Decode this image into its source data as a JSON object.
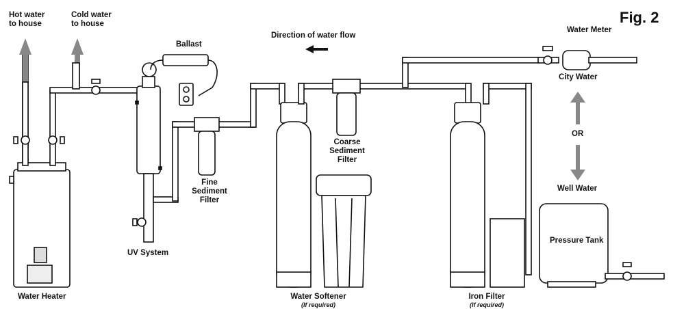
{
  "figure_label": "Fig. 2",
  "labels": {
    "hot_water": [
      "Hot water",
      "to house"
    ],
    "cold_water": [
      "Cold water",
      "to house"
    ],
    "ballast": "Ballast",
    "direction": "Direction of water flow",
    "water_meter": "Water Meter",
    "city_water": "City Water",
    "or": "OR",
    "well_water": "Well Water",
    "pressure_tank": "Pressure Tank",
    "fine_filter": [
      "Fine",
      "Sediment",
      "Filter"
    ],
    "coarse_filter": [
      "Coarse",
      "Sediment",
      "Filter"
    ],
    "uv_system": "UV System",
    "water_heater": "Water Heater",
    "water_softener": "Water Softener",
    "softener_note": "(If required)",
    "iron_filter": "Iron Filter",
    "iron_note": "(If required)"
  }
}
